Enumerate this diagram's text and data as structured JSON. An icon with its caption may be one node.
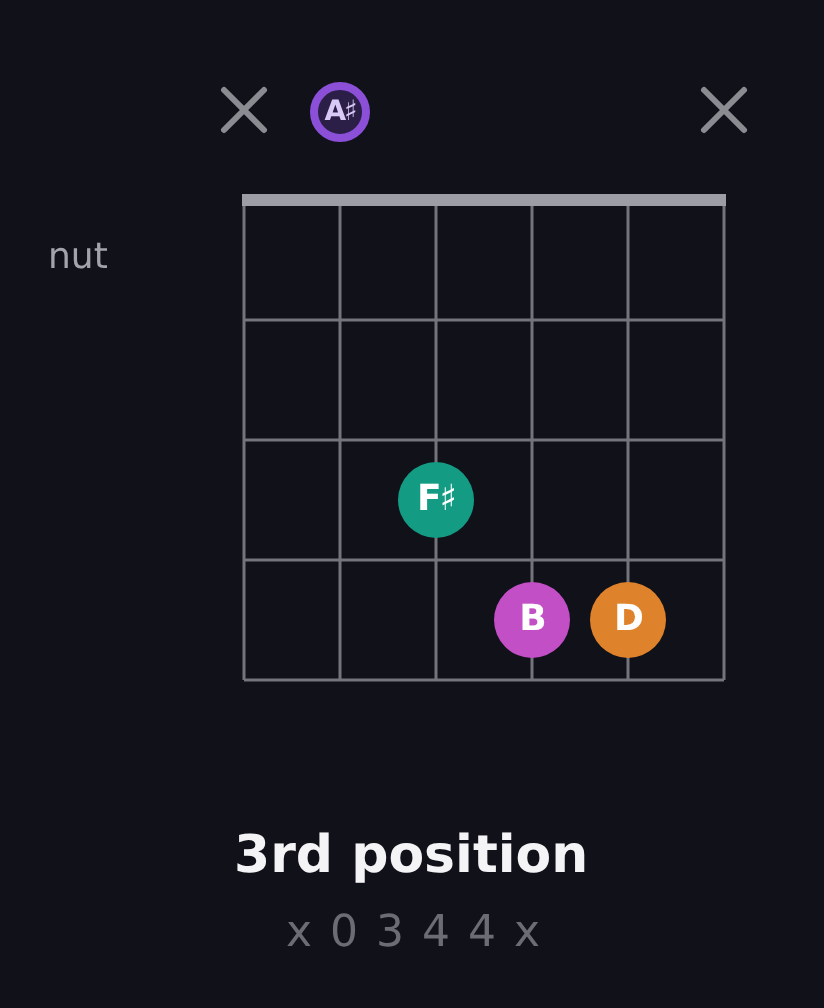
{
  "diagram": {
    "caption": "3rd position",
    "nodes": [
      {
        "text": [
          "A♯"
        ]
      },
      {
        "text": [
          "F♯"
        ]
      },
      {
        "text": [
          "B"
        ]
      },
      {
        "text": [
          "D"
        ]
      }
    ],
    "labels": [
      "nut",
      "x 0 3 4 4 x"
    ]
  }
}
